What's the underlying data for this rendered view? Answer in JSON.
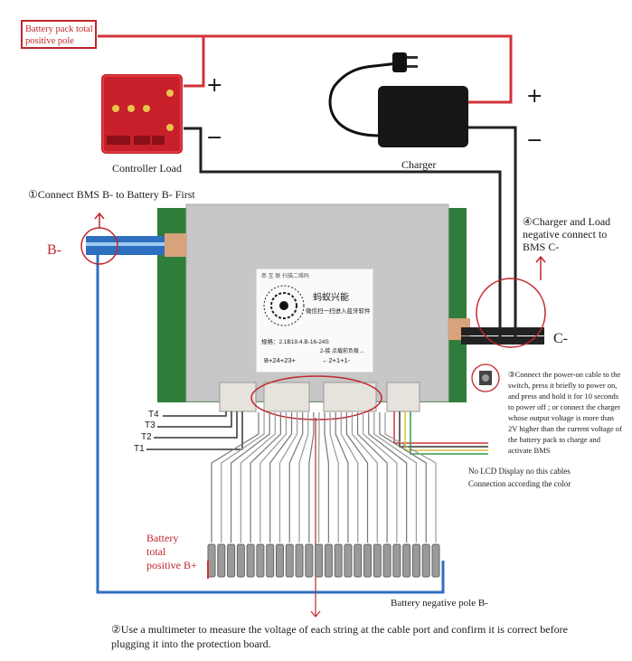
{
  "labels": {
    "pack_positive": "Battery pack total positive pole",
    "controller": "Controller Load",
    "charger": "Charger",
    "step1": "①Connect BMS B- to Battery B- First",
    "b_minus": "B-",
    "c_minus": "C-",
    "step4": "④Charger and Load negative connect to BMS C-",
    "step3": "③Connect the power-on cable to the switch, press it briefly to power on, and press and hold it for 10 seconds to power off ; or connect the charger whose output voltage is more than 2V higher than the current voltage of the battery pack to charge and activate BMS",
    "no_lcd": "No LCD Display no this cables",
    "connection_color": "Connection according the color",
    "battery_total_positive": "Battery total positive B+",
    "battery_negative": "Battery negative pole B-",
    "step2": "②Use a multimeter to measure the voltage of each string at the cable port and confirm it is correct before plugging it into the protection board.",
    "plus": "+",
    "minus": "−"
  },
  "temps": [
    "T4",
    "T3",
    "T2",
    "T1"
  ],
  "board_label": {
    "header": "串 互 联 扫描二维码",
    "brand": "蚂蚁兴能",
    "scan": "微信扫一扫进入蓝牙软件",
    "spec": "规格：2.1B19.4.B-16-24S",
    "tail": "2-接 点载前负极→",
    "pins_left": "B+24+23+",
    "pins_right": "←2+1+1-"
  },
  "colors": {
    "red_wire": "#d2333a",
    "black_wire": "#222222",
    "blue_wire": "#2f6fc0",
    "board": "#2e7d3a",
    "heatsink": "#c7c7c7",
    "highlight": "#c0262c"
  }
}
